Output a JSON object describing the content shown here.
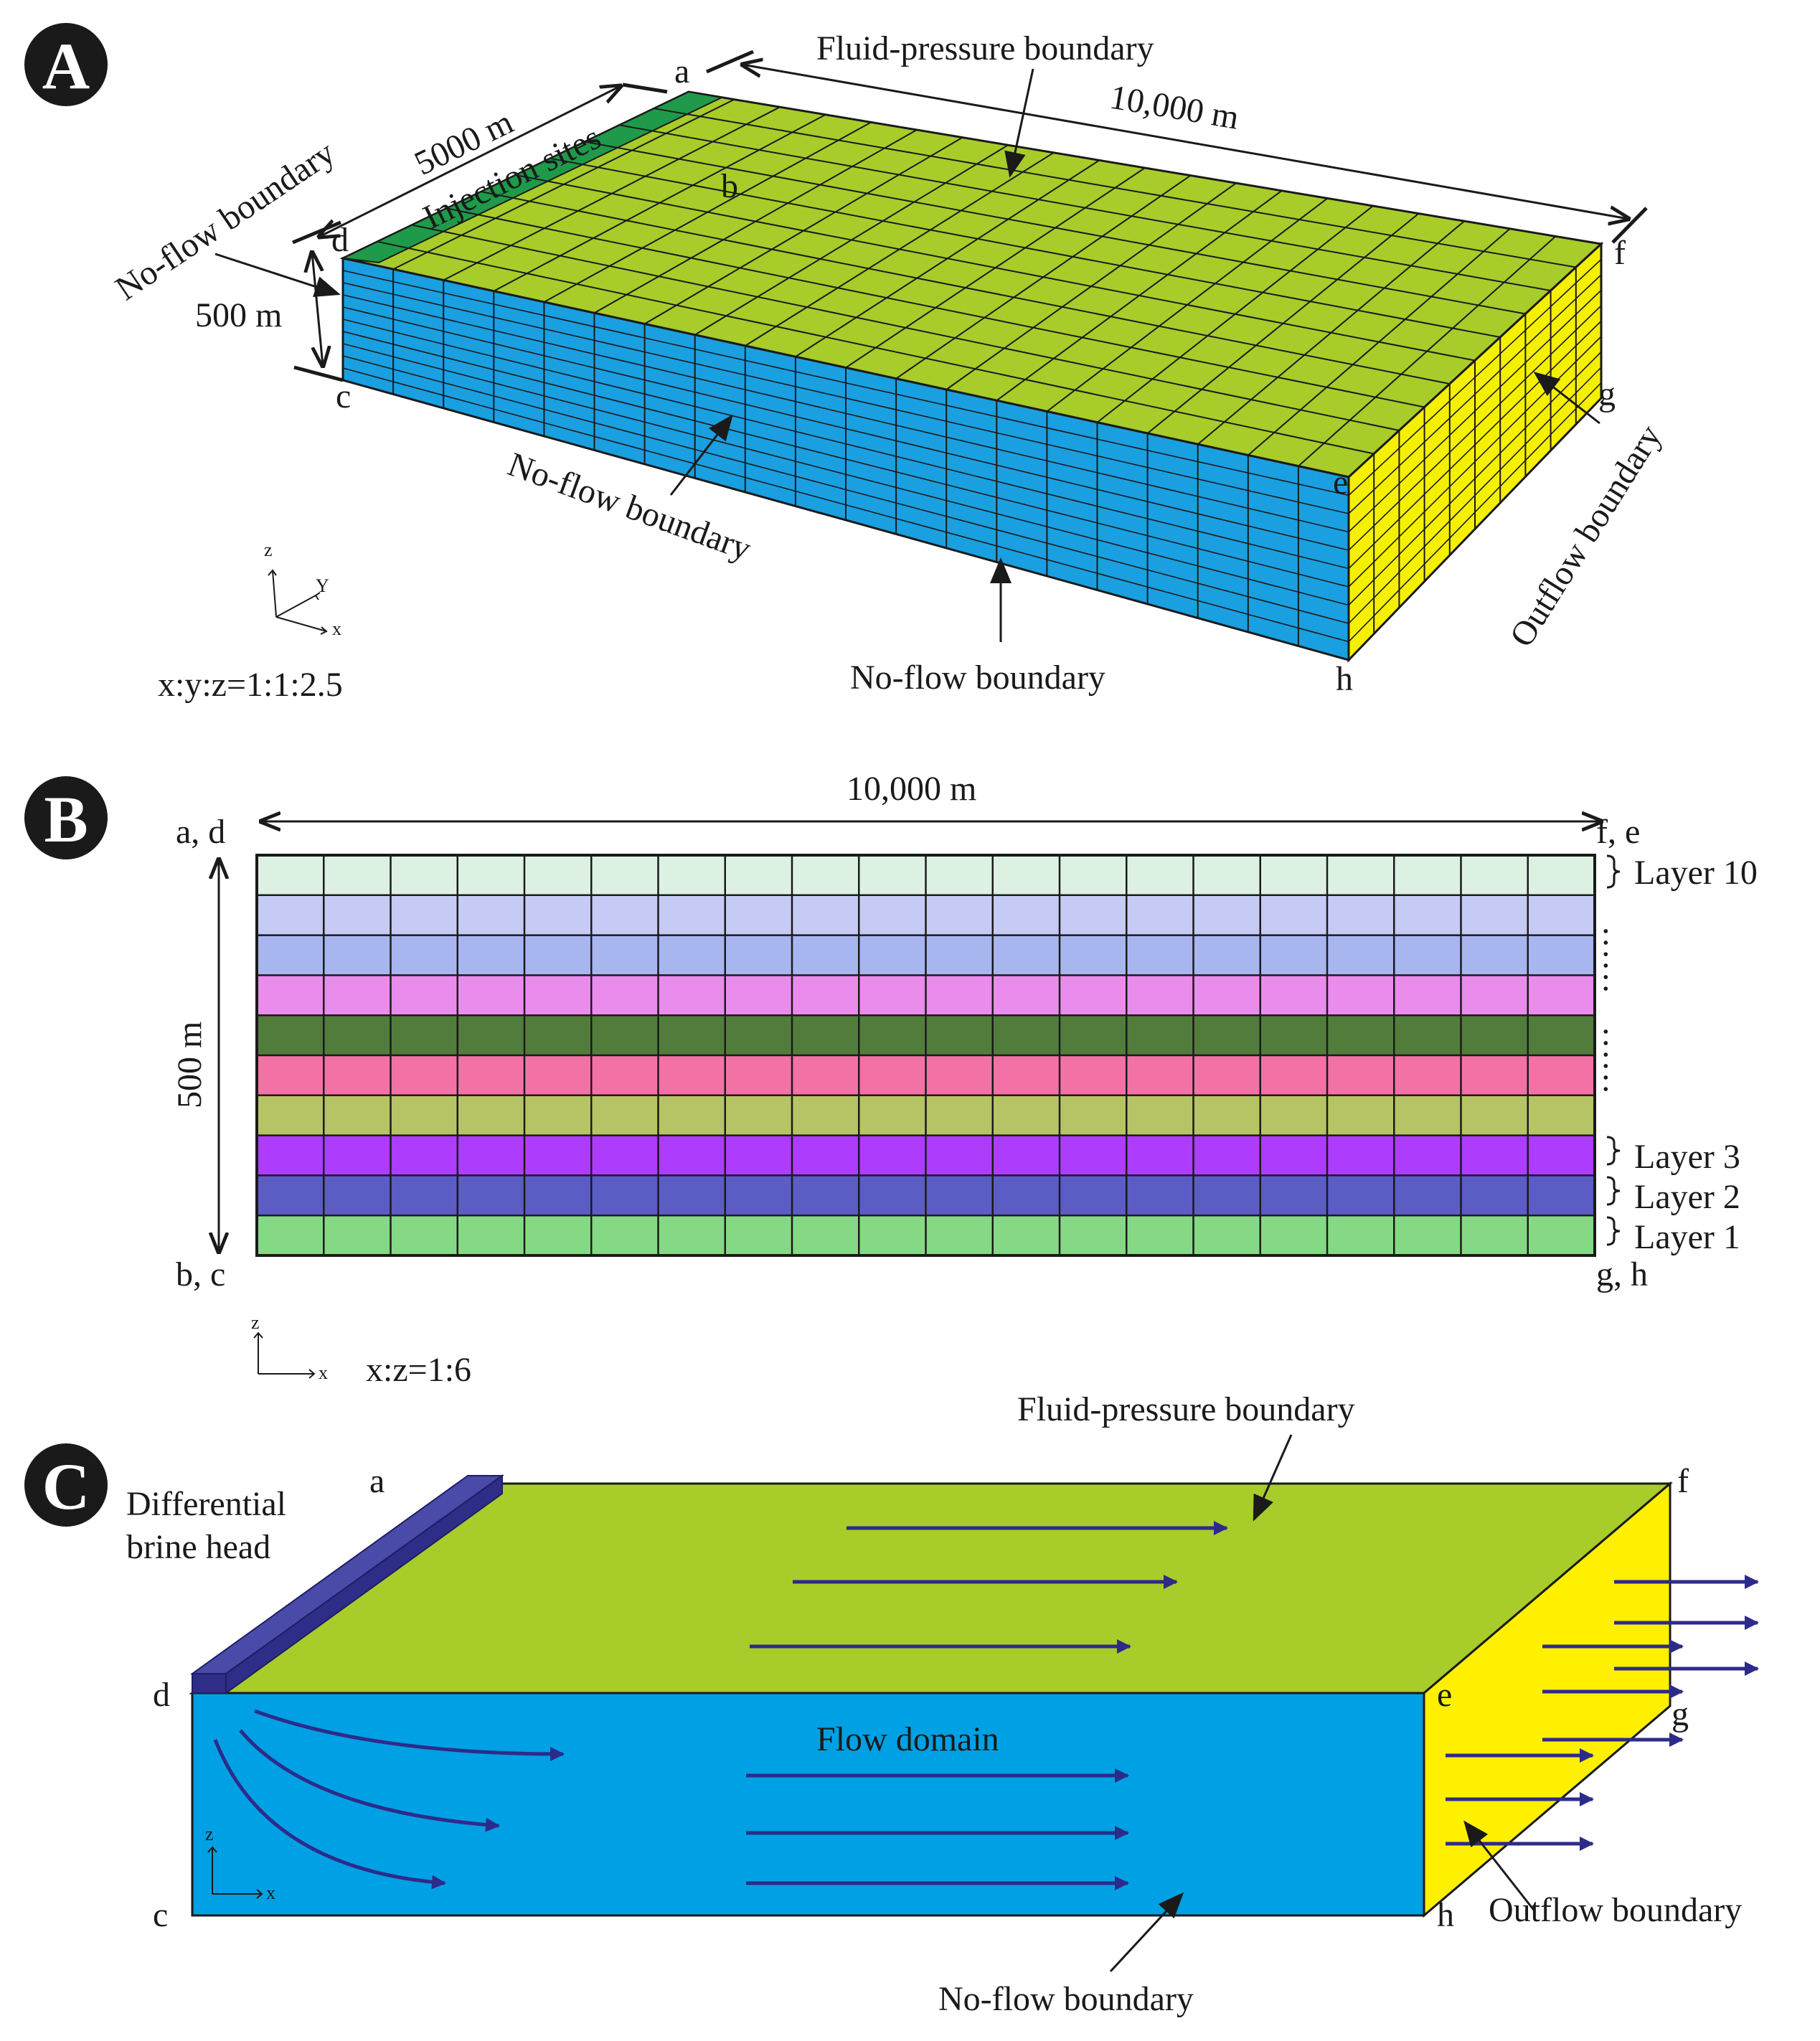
{
  "panel_a": {
    "badge": "A",
    "top_label": "Fluid-pressure boundary",
    "length_label": "10,000 m",
    "width_label": "5000 m",
    "injection_label": "Injection sites",
    "left_label": "No-flow boundary",
    "height_label": "500 m",
    "front_label": "No-flow boundary",
    "bottom_label": "No-flow boundary",
    "right_label": "Outflow boundary",
    "scale_label": "x:y:z=1:1:2.5",
    "axis": {
      "z": "z",
      "y": "Y",
      "x": "x"
    },
    "corners": {
      "a": "a",
      "b": "b",
      "c": "c",
      "d": "d",
      "e": "e",
      "f": "f",
      "g": "g",
      "h": "h"
    },
    "colors": {
      "top": "#a8cc2a",
      "front": "#1a9fe0",
      "right": "#f5f000",
      "injection": "#1f9a4a"
    }
  },
  "panel_b": {
    "badge": "B",
    "length_label": "10,000 m",
    "height_label": "500 m",
    "top_left": "a, d",
    "top_right": "f, e",
    "bottom_left": "b, c",
    "bottom_right": "g, h",
    "scale_label": "x:z=1:6",
    "axis": {
      "z": "z",
      "x": "x"
    },
    "layer_labels": {
      "top": "Layer 10",
      "l3": "Layer 3",
      "l2": "Layer 2",
      "l1": "Layer 1",
      "dots": "……"
    },
    "layer_colors": [
      "#dcf1e2",
      "#c6cbf5",
      "#a8b6f0",
      "#ea8cec",
      "#527c3c",
      "#f272a6",
      "#b7c465",
      "#ad3cfc",
      "#5b5cc4",
      "#86d984"
    ]
  },
  "panel_c": {
    "badge": "C",
    "top_label": "Fluid-pressure boundary",
    "source_label_1": "Differential",
    "source_label_2": "brine head",
    "domain_label": "Flow domain",
    "right_label": "Outflow boundary",
    "bottom_label": "No-flow boundary",
    "axis": {
      "z": "z",
      "x": "x"
    },
    "corners": {
      "a": "a",
      "c": "c",
      "d": "d",
      "e": "e",
      "f": "f",
      "g": "g",
      "h": "h"
    },
    "colors": {
      "top": "#a8cc2a",
      "front": "#00a0e4",
      "right": "#fff000",
      "arrow": "#2d2b8a",
      "bar": "#2e2e88"
    }
  }
}
